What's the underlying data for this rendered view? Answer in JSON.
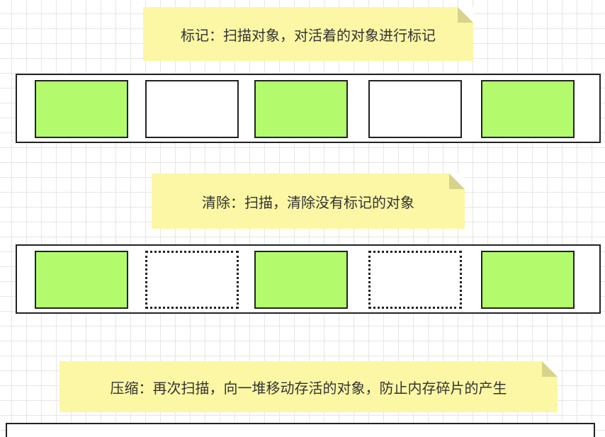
{
  "colors": {
    "live_object": "#b3fb6c",
    "empty_object": "#ffffff",
    "note_background": "#fbf7a5",
    "outline": "#222222"
  },
  "steps": [
    {
      "note": "标记：扫描对象，对活着的对象进行标记",
      "blocks": [
        "live",
        "empty",
        "live",
        "empty",
        "live"
      ]
    },
    {
      "note": "清除：扫描，清除没有标记的对象",
      "blocks": [
        "live",
        "freed",
        "live",
        "freed",
        "live"
      ]
    },
    {
      "note": "压缩：再次扫描，向一堆移动存活的对象，防止内存碎片的产生"
    }
  ]
}
